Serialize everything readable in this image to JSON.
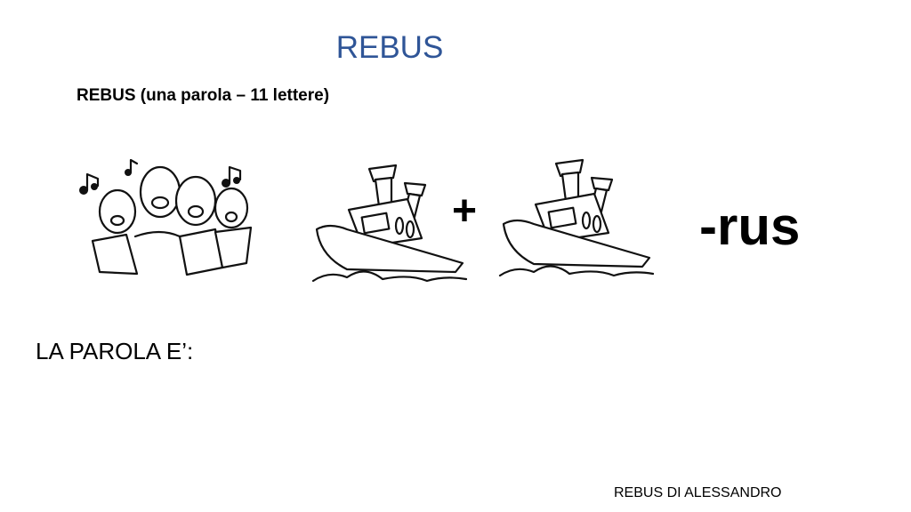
{
  "slide": {
    "title": "REBUS",
    "subtitle": "REBUS (una parola – 11 lettere)",
    "operator": "+",
    "suffix": "-rus",
    "answer_label": "LA PAROLA E’:",
    "footer": "REBUS  DI ALESSANDRO"
  },
  "images": [
    "choir-singers",
    "boat",
    "boat"
  ],
  "colors": {
    "title": "#2f5597",
    "text": "#000000"
  }
}
